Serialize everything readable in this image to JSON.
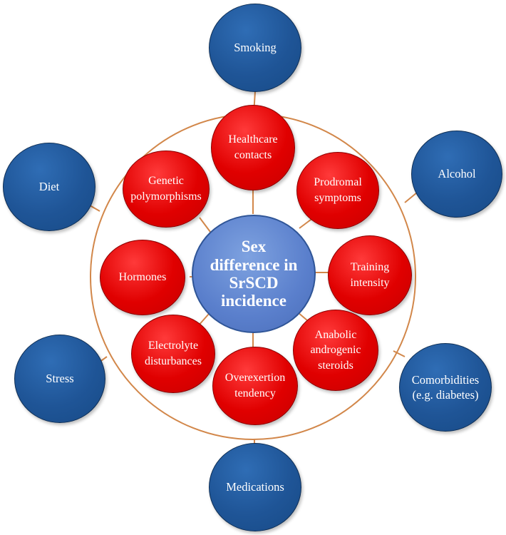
{
  "diagram": {
    "center": {
      "label": "Sex\ndifference in\nSrSCD\nincidence"
    },
    "inner_nodes": [
      {
        "id": "healthcare-contacts",
        "label": "Healthcare\ncontacts"
      },
      {
        "id": "prodromal-symptoms",
        "label": "Prodromal\nsymptoms"
      },
      {
        "id": "training-intensity",
        "label": "Training\nintensity"
      },
      {
        "id": "anabolic-androgenic-steroids",
        "label": "Anabolic\nandrogenic\nsteroids"
      },
      {
        "id": "overexertion-tendency",
        "label": "Overexertion\ntendency"
      },
      {
        "id": "electrolyte-disturbances",
        "label": "Electrolyte\ndisturbances"
      },
      {
        "id": "hormones",
        "label": "Hormones"
      },
      {
        "id": "genetic-polymorphisms",
        "label": "Genetic\npolymorphisms"
      }
    ],
    "outer_nodes": [
      {
        "id": "smoking",
        "label": "Smoking"
      },
      {
        "id": "alcohol",
        "label": "Alcohol"
      },
      {
        "id": "comorbidities",
        "label": "Comorbidities\n(e.g. diabetes)"
      },
      {
        "id": "medications",
        "label": "Medications"
      },
      {
        "id": "stress",
        "label": "Stress"
      },
      {
        "id": "diet",
        "label": "Diet"
      }
    ],
    "colors": {
      "center_fill": "#5b83d1",
      "inner_fill": "#e60000",
      "outer_fill": "#1f5597",
      "connector": "#d2874a"
    }
  }
}
